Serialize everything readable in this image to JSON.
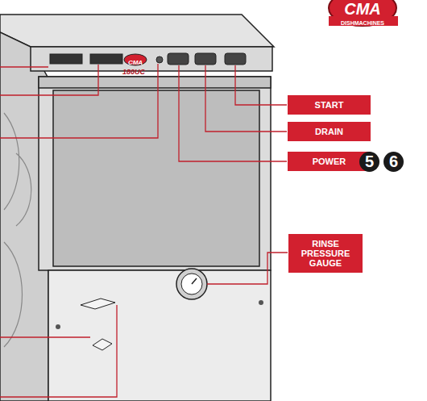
{
  "diagram": {
    "nodes": [
      {
        "text": [
          "START"
        ]
      },
      {
        "text": [
          "DRAIN"
        ]
      },
      {
        "text": [
          "POWER"
        ]
      },
      {
        "text": [
          "5"
        ]
      },
      {
        "text": [
          "6"
        ]
      },
      {
        "text": [
          "RINSE PRESSURE GAUGE"
        ]
      }
    ],
    "labels": [
      "CMA",
      "DISHMACHINES",
      "CMA",
      "180UC"
    ]
  }
}
